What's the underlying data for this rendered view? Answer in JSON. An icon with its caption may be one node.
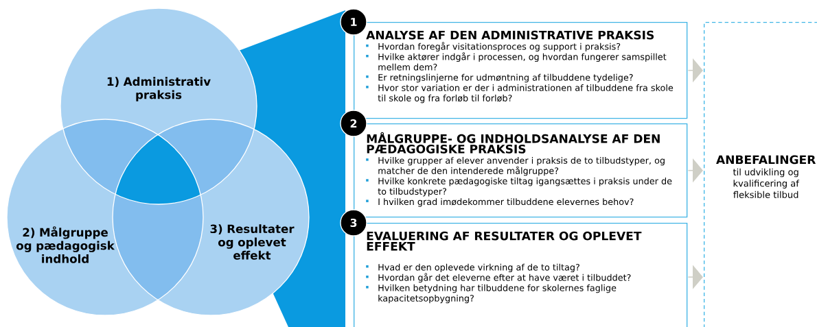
{
  "diagram": {
    "nodes": [
      {
        "text": [
          "1) Administrativ praksis"
        ]
      },
      {
        "text": [
          "2) Målgruppe og pædagogisk indhold"
        ]
      },
      {
        "text": [
          "3) Resultater og oplevet effekt"
        ]
      },
      {
        "text": [
          "1"
        ]
      },
      {
        "text": [
          "ANALYSE AF DEN ADMINISTRATIVE PRAKSIS",
          "Hvordan foregår visitationsproces og support i praksis?",
          "Hvilke aktører indgår i processen, og hvordan fungerer samspillet mellem dem?",
          "Er retningslinjerne for udmøntning af tilbuddene tydelige?",
          "Hvor stor variation er der i administrationen af tilbuddene fra skole til skole og fra forløb til forløb?"
        ]
      },
      {
        "text": [
          "2"
        ]
      },
      {
        "text": [
          "MÅLGRUPPE- OG INDHOLDSANALYSE AF DEN PÆDAGOGISKE PRAKSIS",
          "Hvilke grupper af elever anvender i praksis de to tilbudstyper, og matcher de den intenderede målgruppe?",
          "Hvilke konkrete pædagogiske tiltag igangsættes i praksis under de to tilbudstyper?",
          "I hvilken grad imødekommer tilbuddene elevernes behov?"
        ]
      },
      {
        "text": [
          "3"
        ]
      },
      {
        "text": [
          "EVALUERING AF RESULTATER OG OPLEVET EFFEKT",
          "Hvad er den oplevede virkning af de to tiltag?",
          "Hvordan går det eleverne efter at have været i tilbuddet?",
          "Hvilken betydning har tilbuddene for skolernes faglige kapacitetsopbygning?"
        ]
      },
      {
        "text": [
          "ANBEFALINGER",
          "til udvikling og kvalificering af fleksible tilbud"
        ]
      }
    ],
    "edges": [
      {
        "from": 4,
        "to": 9,
        "arrow": "to"
      },
      {
        "from": 6,
        "to": 9,
        "arrow": "to"
      },
      {
        "from": 8,
        "to": 9,
        "arrow": "to"
      }
    ]
  }
}
